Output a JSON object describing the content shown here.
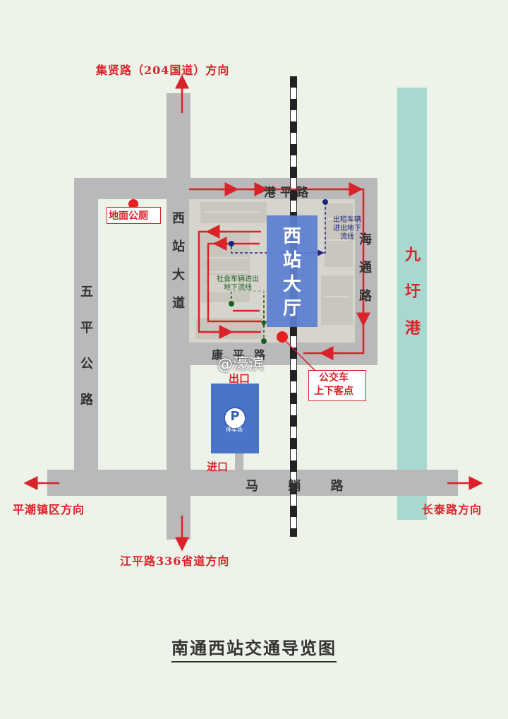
{
  "title": "南通西站交通导览图",
  "directions": {
    "north": "集贤路（204国道）方向",
    "west": "平潮镇区方向",
    "east": "长泰路方向",
    "south": "江平路336省道方向"
  },
  "roads": {
    "gangping": "港平路",
    "xizhan": "西站大道",
    "haitong": "海通路",
    "wuping": "五平公路",
    "mayan": "马 躺 路",
    "kangping": "康平路"
  },
  "station_hall": "西站大厅",
  "river": "九圩港",
  "toilet": "地面公厕",
  "exit": "出口",
  "entrance": "进口",
  "bus_stop": "公交车\n上下客点",
  "taxi_flow": "出租车辆\n进出地下\n流线",
  "social_flow": "社会车辆进出\n地下流线",
  "parking_label": "停车场",
  "parking_letter": "P",
  "watermark": "@濠滨",
  "colors": {
    "route_red": "#d9232a",
    "road_gray": "#b9b9b9",
    "river_teal": "#a8d8cf",
    "hall_blue": "#5b7fd0",
    "taxi_blue": "#1a237e",
    "social_green": "#1b5e20"
  }
}
